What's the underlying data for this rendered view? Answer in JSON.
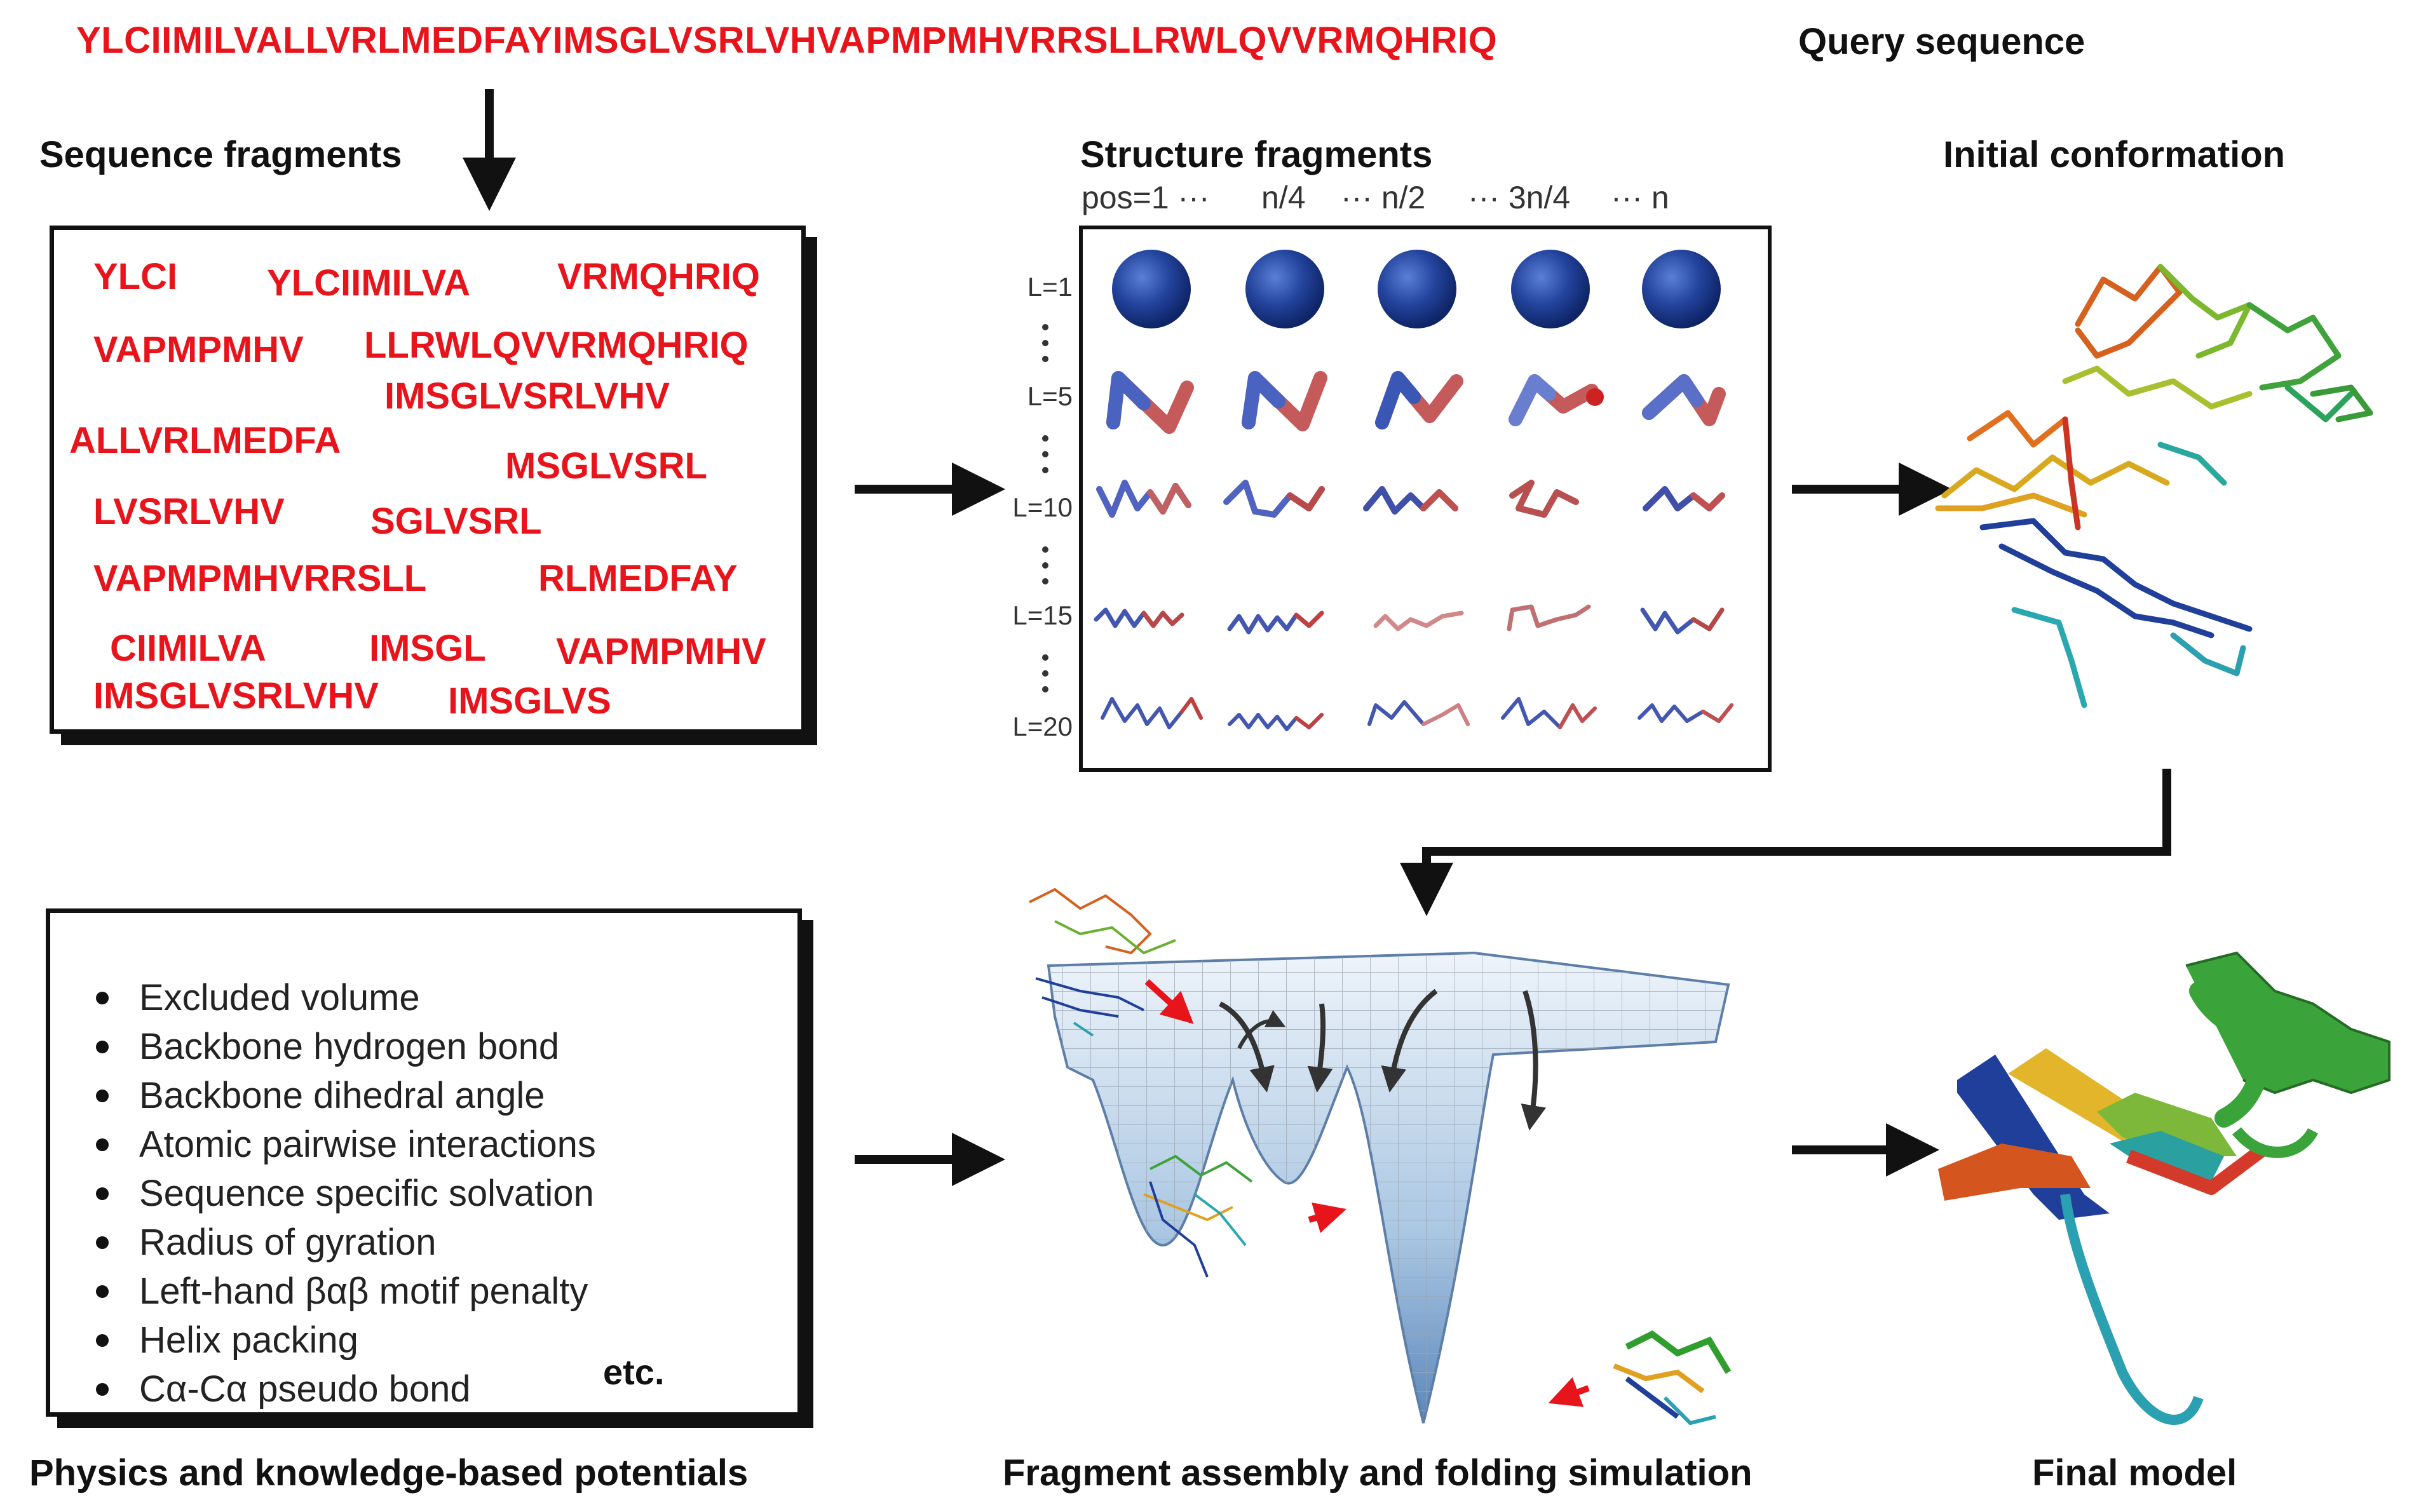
{
  "query": {
    "sequence": "YLCIIMILVALLVRLMEDFAYIMSGLVSRLVHVAPMPMHVRRSLLRWLQVVRMQHRIQ",
    "label": "Query sequence"
  },
  "sequence_fragments": {
    "title": "Sequence fragments",
    "items": [
      "YLCI",
      "YLCIIMILVA",
      "VRMQHRIQ",
      "VAPMPMHV",
      "LLRWLQVVRMQHRIQ",
      "IMSGLVSRLVHV",
      "ALLVRLMEDFA",
      "MSGLVSRL",
      "LVSRLVHV",
      "SGLVSRL",
      "VAPMPMHVRRSLL",
      "RLMEDFAY",
      "CIIMILVA",
      "IMSGL",
      "VAPMPMHV",
      "IMSGLVSRLVHV",
      "IMSGLVS"
    ]
  },
  "structure_fragments": {
    "title": "Structure fragments",
    "positions": [
      "pos=1 ···",
      "n/4",
      "··· n/2",
      "··· 3n/4",
      "··· n"
    ],
    "lengths": [
      "L=1",
      "L=5",
      "L=10",
      "L=15",
      "L=20"
    ]
  },
  "initial_conformation": {
    "title": "Initial conformation"
  },
  "potentials": {
    "title": "Physics and knowledge-based potentials",
    "items": [
      "Excluded volume",
      "Backbone hydrogen bond",
      "Backbone dihedral angle",
      "Atomic pairwise interactions",
      "Sequence specific solvation",
      "Radius of gyration",
      "Left-hand βαβ motif penalty",
      "Helix packing",
      "Cα-Cα pseudo bond"
    ],
    "etc": "etc."
  },
  "simulation": {
    "title": "Fragment assembly and folding simulation"
  },
  "final_model": {
    "title": "Final model"
  },
  "colors": {
    "sequence_red": "#e8141b",
    "arrow": "#111111",
    "sphere_blue": "#1f3f94",
    "funnel": "#8fb3d6"
  }
}
